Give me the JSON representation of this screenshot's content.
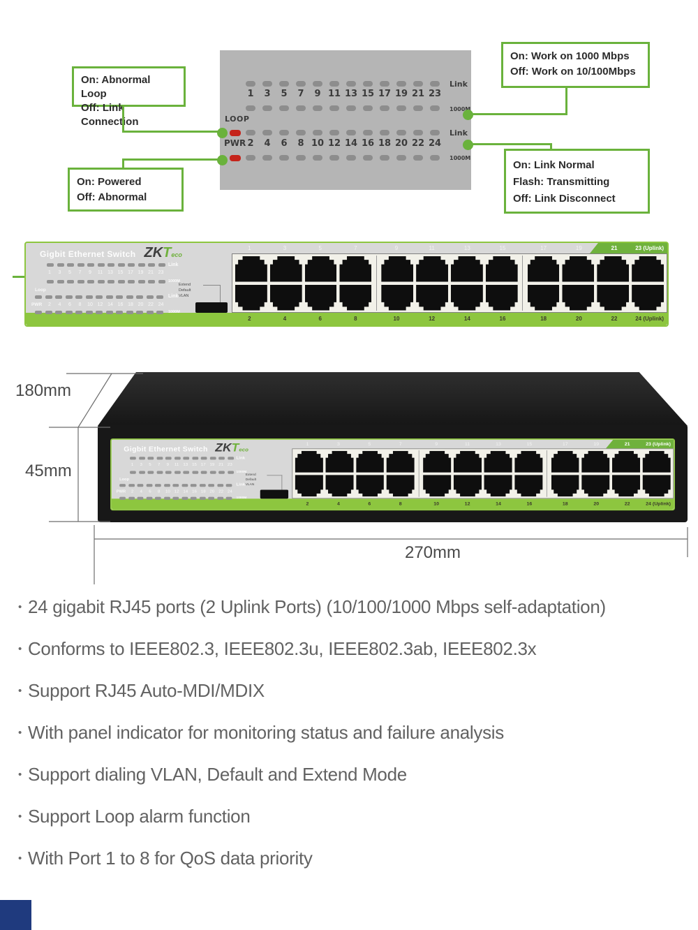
{
  "colors": {
    "callout_green": "#6ab23c",
    "strip_green": "#8dc63f",
    "band_green": "#6fb13c",
    "panel_gray": "#b5b5b5",
    "led_gray": "#8d8d8d",
    "led_red": "#c5241b",
    "face_gray": "#d8d8d8",
    "device_black": "#181818",
    "feature_text": "#626262",
    "corner_blue": "#1f3a7e"
  },
  "led_diagram": {
    "odd_numbers": [
      "1",
      "3",
      "5",
      "7",
      "9",
      "11",
      "13",
      "15",
      "17",
      "19",
      "21",
      "23"
    ],
    "even_numbers": [
      "2",
      "4",
      "6",
      "8",
      "10",
      "12",
      "14",
      "16",
      "18",
      "20",
      "22",
      "24"
    ],
    "loop_label": "LOOP",
    "pwr_label": "PWR",
    "link_label": "Link",
    "m1000_label": "1000M"
  },
  "callouts": {
    "loop": {
      "lines": [
        "On: Abnormal Loop",
        "Off: Link Connection"
      ]
    },
    "speed": {
      "lines": [
        "On: Work on 1000 Mbps",
        "Off: Work on 10/100Mbps"
      ]
    },
    "link": {
      "lines": [
        "On: Link Normal",
        "Flash: Transmitting",
        "Off: Link Disconnect"
      ]
    },
    "power": {
      "lines": [
        "On: Powered",
        "Off: Abnormal"
      ]
    }
  },
  "switch_face": {
    "brand_prefix": "Gigbit Ethernet Switch",
    "logo_zk": "ZK",
    "logo_t": "T",
    "logo_eco": "eco",
    "top_port_labels": [
      "1",
      "3",
      "5",
      "7",
      "9",
      "11",
      "13",
      "15",
      "17",
      "19",
      "21",
      "23 (Uplink)"
    ],
    "bottom_port_labels": [
      "2",
      "4",
      "6",
      "8",
      "10",
      "12",
      "14",
      "16",
      "18",
      "20",
      "22",
      "24 (Uplink)"
    ],
    "dial_labels": [
      "Extend",
      "Default",
      "VLAN"
    ],
    "side_labels": {
      "link": "Link",
      "m1000": "1000M",
      "loop": "Loop",
      "pwr": "PWR"
    }
  },
  "dimensions": {
    "depth_label": "180mm",
    "height_label": "45mm",
    "width_label": "270mm"
  },
  "features": [
    "24 gigabit RJ45 ports (2 Uplink Ports) (10/100/1000 Mbps self-adaptation)",
    "Conforms to IEEE802.3, IEEE802.3u, IEEE802.3ab, IEEE802.3x",
    "Support RJ45 Auto-MDI/MDIX",
    "With panel indicator for monitoring status and failure analysis",
    "Support dialing VLAN, Default and Extend Mode",
    "Support Loop alarm function",
    "With Port 1 to 8 for QoS data priority"
  ]
}
